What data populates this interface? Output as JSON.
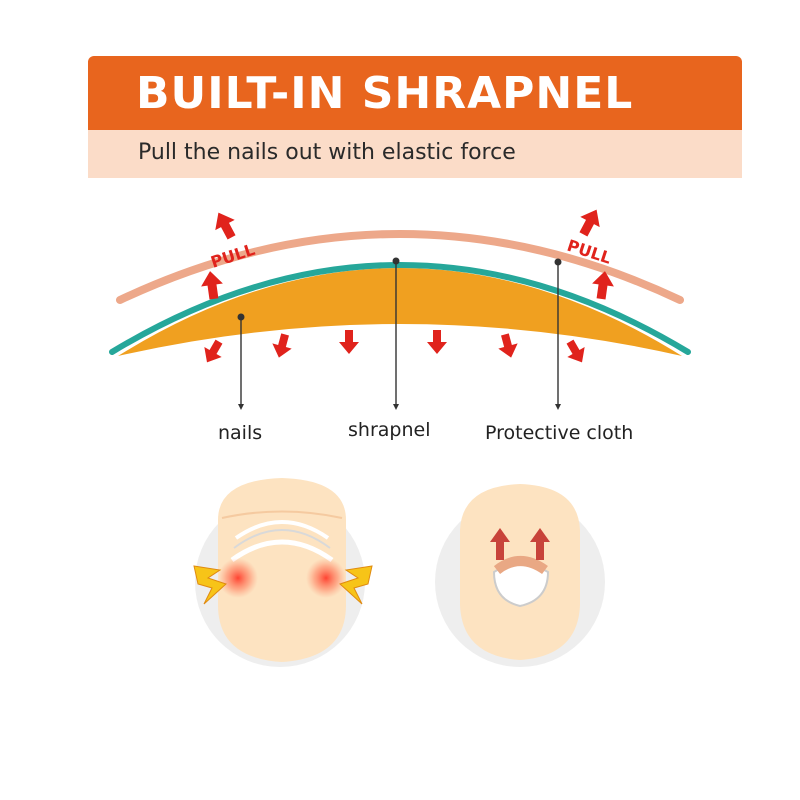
{
  "banner": {
    "title": "BUILT-IN SHRAPNEL",
    "subtitle": "Pull the nails out with elastic force"
  },
  "diagram": {
    "pull_left": "PULL",
    "pull_right": "PULL",
    "labels": {
      "nails": "nails",
      "shrapnel": "shrapnel",
      "cloth": "Protective cloth"
    }
  },
  "colors": {
    "banner_orange": "#e8651e",
    "banner_peach": "#fbdcc8",
    "nail_layer": "#f0a020",
    "shrapnel_layer": "#26a79a",
    "cloth_layer": "#eda88a",
    "arrow_red": "#e0231c"
  },
  "icons": [
    "up-arrow-icon",
    "down-arrow-icon",
    "lightning-icon",
    "toe-icon"
  ]
}
